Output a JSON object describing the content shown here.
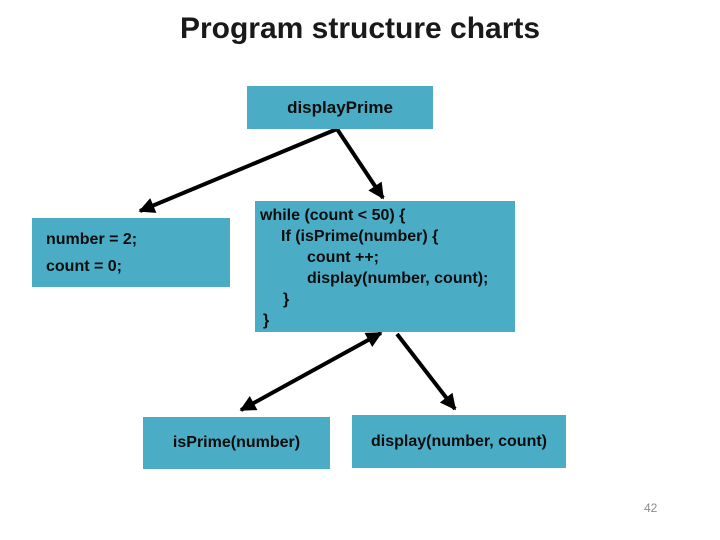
{
  "slide": {
    "title": "Program structure charts",
    "page_number": "42"
  },
  "colors": {
    "background": "#ffffff",
    "box_fill": "#4bacc6",
    "box_text": "#0d0d0d",
    "title_text": "#191919",
    "arrow": "#000000",
    "page_number_text": "#8c8c8c"
  },
  "diagram": {
    "boxes": {
      "display_prime": {
        "label": "displayPrime"
      },
      "init": {
        "lines": [
          "number = 2;",
          "count = 0;"
        ]
      },
      "while_loop": {
        "lines": [
          "while (count < 50) {",
          "If (isPrime(number) {",
          "count ++;",
          "display(number, count);",
          "}",
          "}"
        ]
      },
      "is_prime": {
        "label": "isPrime(number)"
      },
      "display_call": {
        "label": "display(number, count)"
      }
    },
    "edges": [
      {
        "from": "display_prime",
        "to": "init",
        "direction": "one-way"
      },
      {
        "from": "display_prime",
        "to": "while_loop",
        "direction": "one-way"
      },
      {
        "from": "while_loop",
        "to": "is_prime",
        "direction": "two-way"
      },
      {
        "from": "while_loop",
        "to": "display_call",
        "direction": "one-way"
      }
    ]
  }
}
